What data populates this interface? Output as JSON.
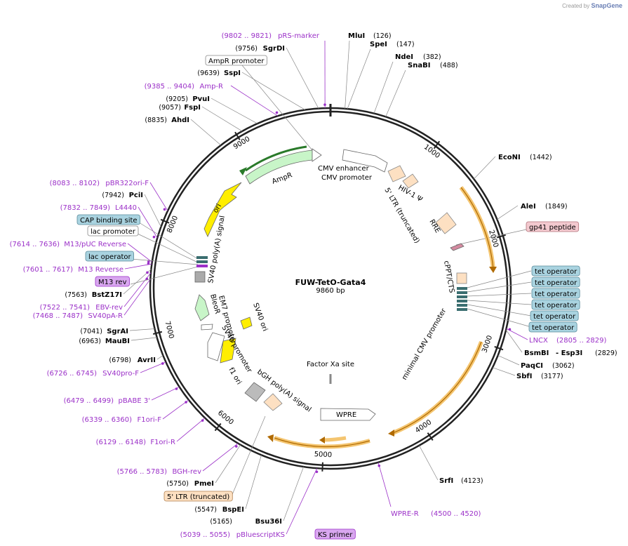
{
  "credit": {
    "prefix": "Created by",
    "brand": "SnapGene"
  },
  "plasmid": {
    "name": "FUW-TetO-Gata4",
    "length": "9860 bp",
    "total_bp": 9860
  },
  "ticks": [
    {
      "bp": 1000,
      "label": "1000"
    },
    {
      "bp": 2000,
      "label": "2000"
    },
    {
      "bp": 3000,
      "label": "3000"
    },
    {
      "bp": 4000,
      "label": "4000"
    },
    {
      "bp": 5000,
      "label": "5000"
    },
    {
      "bp": 6000,
      "label": "6000"
    },
    {
      "bp": 7000,
      "label": "7000"
    },
    {
      "bp": 8000,
      "label": "8000"
    },
    {
      "bp": 9000,
      "label": "9000"
    }
  ],
  "enzymes": [
    {
      "name": "MluI",
      "pos": "(126)",
      "bp": 126
    },
    {
      "name": "SpeI",
      "pos": "(147)",
      "bp": 147
    },
    {
      "name": "NdeI",
      "pos": "(382)",
      "bp": 382
    },
    {
      "name": "SnaBI",
      "pos": "(488)",
      "bp": 488
    },
    {
      "name": "EcoNI",
      "pos": "(1442)",
      "bp": 1442
    },
    {
      "name": "AleI",
      "pos": "(1849)",
      "bp": 1849
    },
    {
      "name": "BsmBI",
      "pos": "- Esp3I",
      "extra": "(2829)",
      "bp": 2829
    },
    {
      "name": "PaqCI",
      "pos": "(3062)",
      "bp": 3062
    },
    {
      "name": "SbfI",
      "pos": "(3177)",
      "bp": 3177
    },
    {
      "name": "SrfI",
      "pos": "(4123)",
      "bp": 4123
    },
    {
      "name": "Bsu36I",
      "pos": "(5165)",
      "bp": 5165
    },
    {
      "name": "BspEI",
      "pos": "(5547)",
      "bp": 5547
    },
    {
      "name": "PmeI",
      "pos": "(5750)",
      "bp": 5750
    },
    {
      "name": "AvrII",
      "pos": "(6798)",
      "bp": 6798
    },
    {
      "name": "MauBI",
      "pos": "(6963)",
      "bp": 6963
    },
    {
      "name": "SgrAI",
      "pos": "(7041)",
      "bp": 7041
    },
    {
      "name": "BstZ17I",
      "pos": "(7563)",
      "bp": 7563
    },
    {
      "name": "PciI",
      "pos": "(7942)",
      "bp": 7942
    },
    {
      "name": "AhdI",
      "pos": "(8835)",
      "bp": 8835
    },
    {
      "name": "FspI",
      "pos": "(9057)",
      "bp": 9057
    },
    {
      "name": "PvuI",
      "pos": "(9205)",
      "bp": 9205
    },
    {
      "name": "SspI",
      "pos": "(9639)",
      "bp": 9639
    },
    {
      "name": "SgrDI",
      "pos": "(9756)",
      "bp": 9756
    }
  ],
  "primers": [
    {
      "name": "pRS-marker",
      "range": "(9802 .. 9821)",
      "bp": 9812
    },
    {
      "name": "Amp-R",
      "range": "(9385 .. 9404)",
      "bp": 9395
    },
    {
      "name": "pBR322ori-F",
      "range": "(8083 .. 8102)",
      "bp": 8093
    },
    {
      "name": "L4440",
      "range": "(7832 .. 7849)",
      "bp": 7840
    },
    {
      "name": "M13/pUC Reverse",
      "range": "(7614 .. 7636)",
      "bp": 7625
    },
    {
      "name": "M13 Reverse",
      "range": "(7601 .. 7617)",
      "bp": 7609
    },
    {
      "name": "EBV-rev",
      "range": "(7522 .. 7541)",
      "bp": 7531
    },
    {
      "name": "SV40pA-R",
      "range": "(7468 .. 7487)",
      "bp": 7477
    },
    {
      "name": "SV40pro-F",
      "range": "(6726 .. 6745)",
      "bp": 6735
    },
    {
      "name": "pBABE 3'",
      "range": "(6479 .. 6499)",
      "bp": 6489
    },
    {
      "name": "F1ori-F",
      "range": "(6339 .. 6360)",
      "bp": 6349
    },
    {
      "name": "F1ori-R",
      "range": "(6129 .. 6148)",
      "bp": 6138
    },
    {
      "name": "BGH-rev",
      "range": "(5766 .. 5783)",
      "bp": 5774
    },
    {
      "name": "pBluescriptKS",
      "range": "(5039 .. 5055)",
      "bp": 5047
    },
    {
      "name": "WPRE-R",
      "range": "(4500 .. 4520)",
      "bp": 4510
    },
    {
      "name": "LNCX",
      "range": "(2805 .. 2829)",
      "bp": 2817
    }
  ],
  "boxed_labels": [
    {
      "text": "AmpR promoter",
      "fill": "#ffffff",
      "stroke": "#888888"
    },
    {
      "text": "CAP binding site",
      "fill": "#a9d3e0",
      "stroke": "#5a8a9a"
    },
    {
      "text": "lac promoter",
      "fill": "#ffffff",
      "stroke": "#888888"
    },
    {
      "text": "lac operator",
      "fill": "#a9d3e0",
      "stroke": "#5a8a9a"
    },
    {
      "text": "M13 rev",
      "fill": "#d9a7f0",
      "stroke": "#9b30c8"
    },
    {
      "text": "5' LTR (truncated)",
      "fill": "#fde0c2",
      "stroke": "#b08050"
    },
    {
      "text": "KS primer",
      "fill": "#d9a7f0",
      "stroke": "#9b30c8"
    },
    {
      "text": "gp41 peptide",
      "fill": "#f3c9cf",
      "stroke": "#b07078"
    },
    {
      "text": "tet operator",
      "fill": "#a9d3e0",
      "stroke": "#5a8a9a"
    },
    {
      "text": "tet operator",
      "fill": "#a9d3e0",
      "stroke": "#5a8a9a"
    },
    {
      "text": "tet operator",
      "fill": "#a9d3e0",
      "stroke": "#5a8a9a"
    },
    {
      "text": "tet operator",
      "fill": "#a9d3e0",
      "stroke": "#5a8a9a"
    },
    {
      "text": "tet operator",
      "fill": "#a9d3e0",
      "stroke": "#5a8a9a"
    },
    {
      "text": "tet operator",
      "fill": "#a9d3e0",
      "stroke": "#5a8a9a"
    }
  ],
  "inner_labels": {
    "cmv_enhancer": "CMV enhancer",
    "cmv_promoter": "CMV promoter",
    "hiv_psi": "HIV-1 Ψ",
    "ltr_trunc": "5' LTR (truncated)",
    "rre": "RRE",
    "cppt": "cPPT/CTS",
    "min_cmv": "minimal CMV promoter",
    "factor_xa": "Factor Xa site",
    "wpre": "WPRE",
    "bgh_pa": "bGH poly(A) signal",
    "f1_ori": "f1 ori",
    "sv40_promoter": "SV40 promoter",
    "em7_promoter": "EM7 promoter",
    "bleor": "BleoR",
    "sv40_ori": "SV40 ori",
    "sv40_pa": "SV40 poly(A) signal",
    "ori": "ori",
    "ampr": "AmpR"
  },
  "colors": {
    "primer": "#9b30c8",
    "ori": "#ffee00",
    "ampr": "#c8f5c8",
    "orf": "#f0a830",
    "ltr": "#fde0c2"
  }
}
